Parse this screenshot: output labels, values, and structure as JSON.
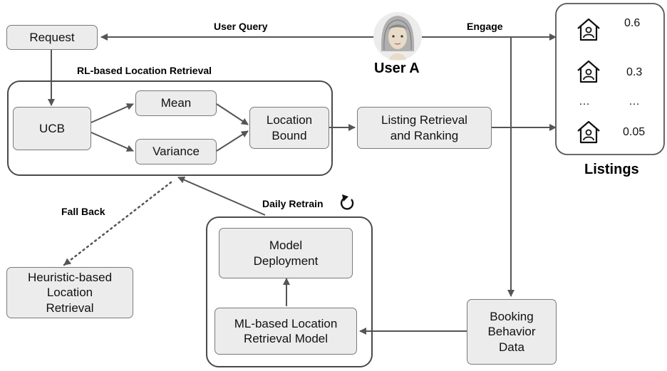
{
  "boxes": {
    "request": "Request",
    "ucb": "UCB",
    "mean": "Mean",
    "variance": "Variance",
    "location_bound": "Location\nBound",
    "listing_retrieval": "Listing Retrieval\nand Ranking",
    "heuristic": "Heuristic-based\nLocation\nRetrieval",
    "model_deployment": "Model\nDeployment",
    "ml_model": "ML-based Location\nRetrieval Model",
    "booking_data": "Booking\nBehavior\nData"
  },
  "labels": {
    "user_query": "User Query",
    "engage": "Engage",
    "rl_group": "RL-based Location Retrieval",
    "fall_back": "Fall Back",
    "daily_retrain": "Daily Retrain",
    "user": "User A",
    "listings": "Listings"
  },
  "listings": {
    "scores": [
      "0.6",
      "0.3",
      "0.05"
    ],
    "ellipsis": "…"
  },
  "icons": {
    "user": "user-avatar-icon",
    "listing": "house-icon",
    "retrain": "refresh-icon"
  },
  "colors": {
    "box_fill": "#ececec",
    "box_border": "#7a7a7a",
    "arrow": "#555555"
  }
}
